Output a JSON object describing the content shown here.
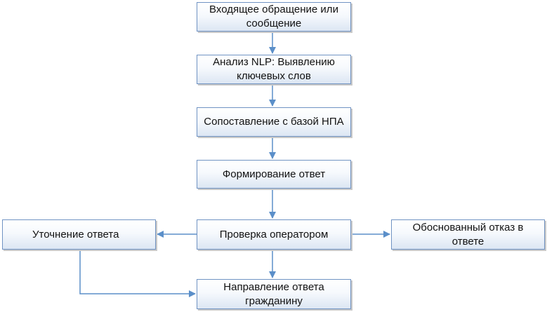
{
  "diagram": {
    "nodes": {
      "incoming": "Входящее обращение или сообщение",
      "nlp": "Анализ NLP: Выявлению ключевых слов",
      "match": "Сопоставление с базой НПА",
      "form": "Формирование ответ",
      "check": "Проверка оператором",
      "clarify": "Уточнение ответа",
      "refusal": "Обоснованный отказ в ответе",
      "send": "Направление ответа гражданину"
    },
    "colors": {
      "box_border": "#7093c3",
      "box_fill_top": "#ffffff",
      "box_fill_bottom": "#dce6f3",
      "connector": "#5b8fc9",
      "text": "#111111"
    }
  }
}
